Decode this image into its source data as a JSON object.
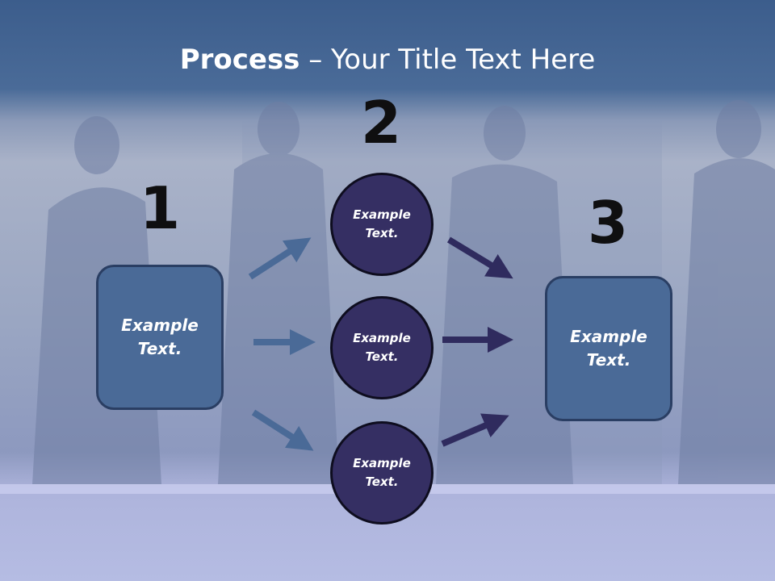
{
  "slide": {
    "title_bold": "Process",
    "title_rest": " – Your Title Text Here"
  },
  "steps": {
    "one": {
      "number": "1",
      "text": "Example\nText."
    },
    "two": {
      "number": "2",
      "circles": [
        "Example\nText.",
        "Example\nText.",
        "Example\nText."
      ]
    },
    "three": {
      "number": "3",
      "text": "Example\nText."
    }
  },
  "colors": {
    "box_fill": "#4a6a97",
    "circle_fill": "#352f63",
    "arrow_left": "#4a6a97",
    "arrow_right": "#2f2b5e"
  }
}
